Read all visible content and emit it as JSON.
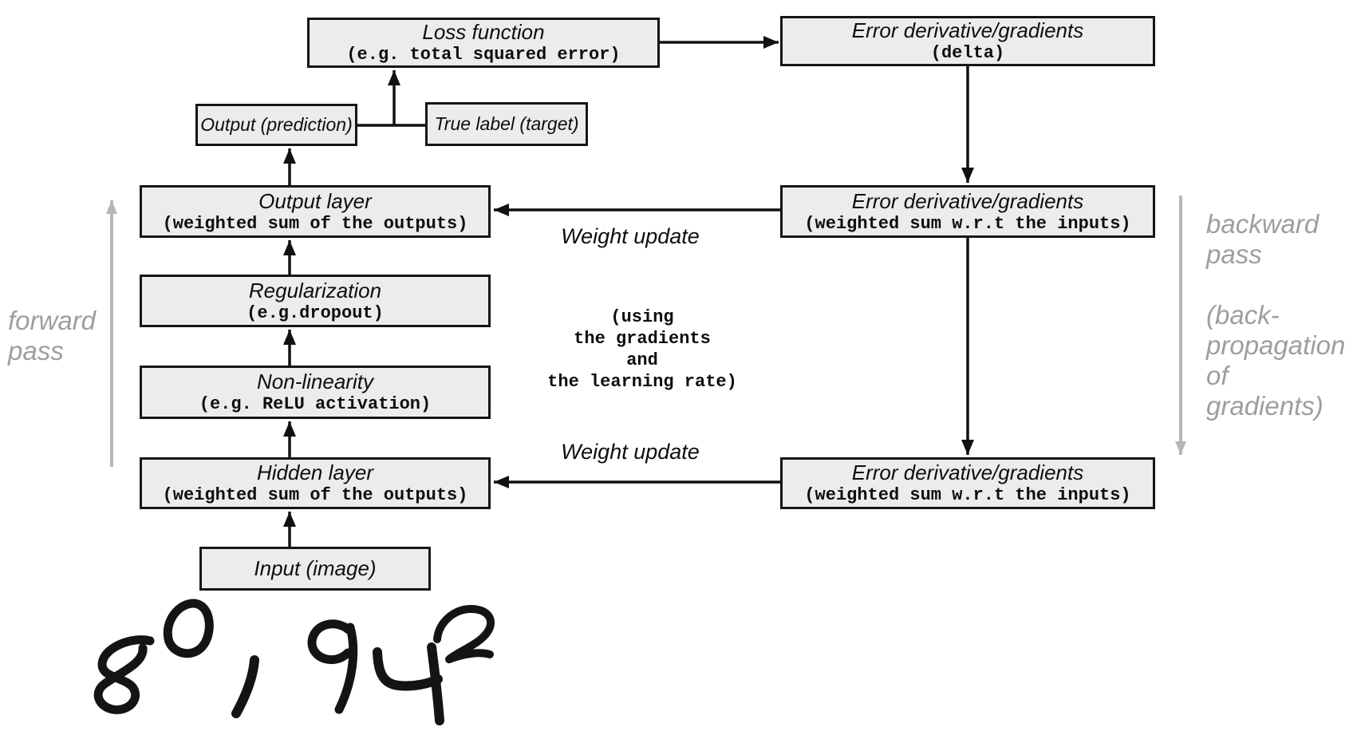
{
  "diagram": {
    "boxes": {
      "loss": {
        "title": "Loss function",
        "subtitle": "(e.g. total squared error)"
      },
      "error_delta": {
        "title": "Error derivative/gradients",
        "subtitle": "(delta)"
      },
      "output_prediction": {
        "title": "Output (prediction)"
      },
      "true_label": {
        "title": "True label (target)"
      },
      "output_layer": {
        "title": "Output layer",
        "subtitle": "(weighted sum of the outputs)"
      },
      "error_grad_output": {
        "title": "Error derivative/gradients",
        "subtitle": "(weighted sum w.r.t the inputs)"
      },
      "regularization": {
        "title": "Regularization",
        "subtitle": "(e.g.dropout)"
      },
      "non_linearity": {
        "title": "Non-linearity",
        "subtitle": "(e.g. ReLU activation)"
      },
      "hidden_layer": {
        "title": "Hidden layer",
        "subtitle": "(weighted sum of the outputs)"
      },
      "error_grad_hidden": {
        "title": "Error derivative/gradients",
        "subtitle": "(weighted sum w.r.t the inputs)"
      },
      "input": {
        "title": "Input (image)"
      }
    },
    "labels": {
      "weight_update_output": "Weight update",
      "weight_update_hidden": "Weight update",
      "gradient_note": "(using\nthe gradients\nand\nthe learning rate)",
      "forward_pass": "forward\npass",
      "backward_pass": "backward\npass\n\n(back-\npropagation\nof\ngradients)"
    },
    "handwritten": {
      "value": "80,942"
    },
    "colors": {
      "background": "#ffffff",
      "box_fill": "#ececec",
      "box_border": "#161616",
      "text": "#0e0e0e",
      "gray_label": "#9e9e9e",
      "gray_arrow": "#b7b7b7",
      "black_arrow": "#111111"
    }
  }
}
